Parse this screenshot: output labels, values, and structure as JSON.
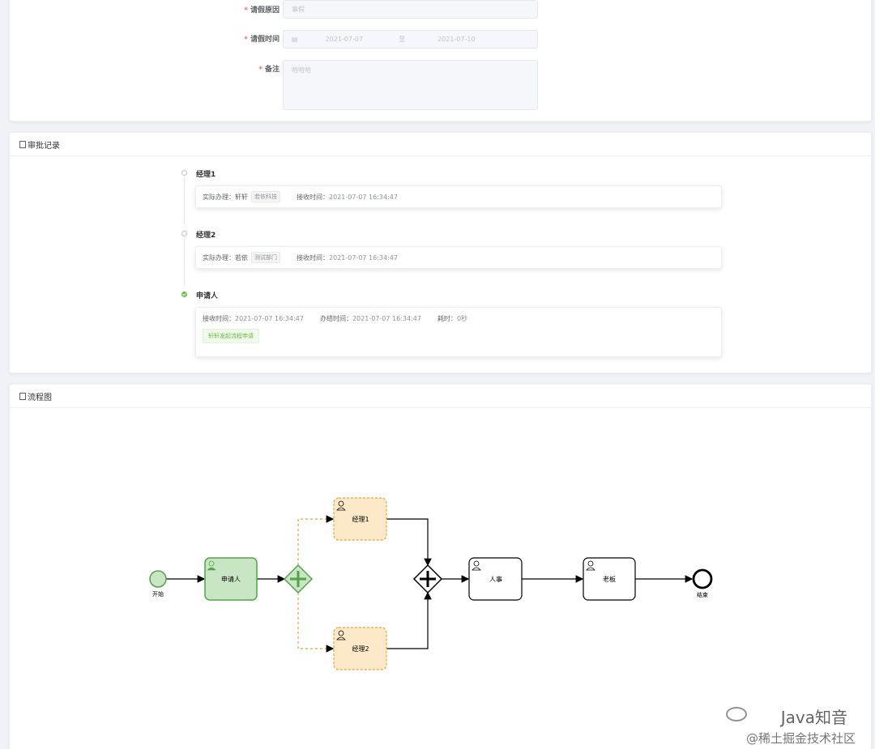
{
  "form": {
    "reason": {
      "label": "请假原因",
      "value": "事假"
    },
    "time": {
      "label": "请假时间",
      "start": "2021-07-07",
      "separator": "至",
      "end": "2021-07-10"
    },
    "remark": {
      "label": "备注",
      "value": "哈哈哈"
    }
  },
  "records": {
    "title": "审批记录",
    "items": [
      {
        "title": "经理1",
        "status": "pending",
        "handler_label": "实际办理：",
        "handler": "轩轩",
        "dept": "若依科技",
        "recv_label": "接收时间：",
        "recv_time": "2021-07-07 16:34:47"
      },
      {
        "title": "经理2",
        "status": "pending",
        "handler_label": "实际办理：",
        "handler": "若依",
        "dept": "测试部门",
        "recv_label": "接收时间：",
        "recv_time": "2021-07-07 16:34:47"
      },
      {
        "title": "申请人",
        "status": "done",
        "recv_label": "接收时间：",
        "recv_time": "2021-07-07 16:34:47",
        "done_label": "办结时间：",
        "done_time": "2021-07-07 16:34:47",
        "cost_label": "耗时：",
        "cost": "0秒",
        "comment": "轩轩发起流程申请"
      }
    ]
  },
  "flow": {
    "title": "流程图",
    "nodes": {
      "start": "开始",
      "applicant": "申请人",
      "manager1": "经理1",
      "manager2": "经理2",
      "hr": "人事",
      "boss": "老板",
      "end": "结束"
    },
    "colors": {
      "done_fill": "#c8e6c3",
      "done_stroke": "#52a447",
      "active_fill": "#fbe9c8",
      "active_stroke": "#e8a43a",
      "pending_stroke": "#000000"
    }
  },
  "watermark": {
    "line1": "Java知音",
    "line2": "@稀土掘金技术社区"
  }
}
